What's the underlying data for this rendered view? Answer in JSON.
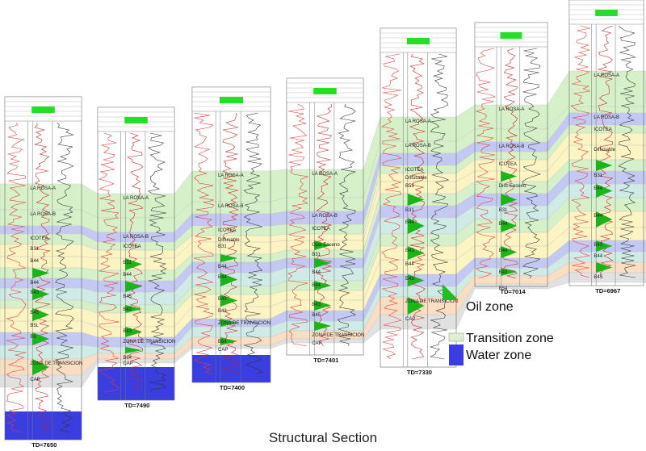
{
  "caption": "Structural Section",
  "legend": {
    "oil_zone": "Oil zone",
    "transition_zone": "Transition zone",
    "water_zone": "Water zone",
    "transition_color": "#dff0d0",
    "water_color": "#3a3ee0",
    "oil_color": "#1fbf1f"
  },
  "band_colors": {
    "green": "#cfeec0",
    "purple": "#b9bff0",
    "yellow": "#fbf2b8",
    "teal": "#c8e6e0",
    "orange": "#f8d8b8",
    "gray": "#dcdcdc",
    "water": "#3a3ee0"
  },
  "wells": [
    {
      "td_label": "TD=7650",
      "formation_labels": [
        "LA ROSA-A",
        "LA ROSA-B",
        "ICOTEA",
        "B31",
        "B44",
        "B44",
        "B43",
        "B45",
        "B5L",
        "B6",
        "ZONA DE TRANSICION",
        "CAP"
      ]
    },
    {
      "td_label": "TD=7490",
      "formation_labels": [
        "LA ROSA-A",
        "LA ROSA-B",
        "ICOTEA",
        "B31",
        "B44",
        "B45",
        "B43",
        "B43",
        "ZONA DE TRANSICION",
        "B64",
        "CAP"
      ]
    },
    {
      "td_label": "TD=7400",
      "formation_labels": [
        "LA ROSA-A",
        "LA ROSA-B",
        "ICOTEA",
        "Diffusable",
        "B31",
        "B44",
        "B44",
        "B43",
        "B43",
        "ZONA DE TRANSICION",
        "B64",
        "CAP"
      ]
    },
    {
      "td_label": "TD=7401",
      "formation_labels": [
        "LA ROSA-A",
        "LA ROSA-B",
        "ICOTEA",
        "Ojas Eoceno",
        "B31",
        "B44",
        "B44",
        "B43",
        "B45",
        "ZONA DE TRANSICION",
        "CAP"
      ]
    },
    {
      "td_label": "TD=7330",
      "formation_labels": [
        "LA ROSA-A",
        "LA ROSA-B",
        "ICOTEA",
        "Diffusable",
        "B53",
        "B31",
        "B44",
        "B43",
        "B44",
        "B43",
        "ZONA DE TRANSICION",
        "CAP"
      ]
    },
    {
      "td_label": "TD=7014",
      "formation_labels": [
        "LA ROSA-A",
        "LA ROSA-B",
        "ICOTEA",
        "Disc Eoceno",
        "B31",
        "B44",
        "B44",
        "B43",
        "B54"
      ]
    },
    {
      "td_label": "TD=6967",
      "formation_labels": [
        "LA ROSA-A",
        "LA ROSA-B",
        "ICOTEA",
        "Diffusable",
        "B31",
        "B44",
        "B44",
        "B43",
        "B44",
        "B45"
      ]
    }
  ]
}
